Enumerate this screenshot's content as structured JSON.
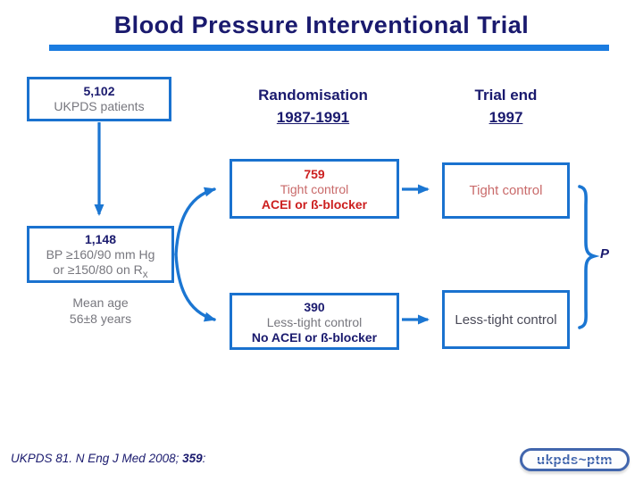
{
  "slide": {
    "title": "Blood Pressure Interventional Trial"
  },
  "headers": {
    "randomisation": {
      "label": "Randomisation",
      "period": "1987-1991"
    },
    "trial_end": {
      "label": "Trial end",
      "period": "1997"
    }
  },
  "boxes": {
    "cohort": {
      "count": "5,102",
      "label": "UKPDS patients"
    },
    "eligible": {
      "count": "1,148",
      "criteria_line1": "BP ≥160/90 mm Hg",
      "criteria_line2": "or ≥150/80 on R",
      "criteria_line2_sub": "x"
    },
    "tight_randomised": {
      "count": "759",
      "label": "Tight control",
      "treatment": "ACEI or ß-blocker"
    },
    "tight_trial_end": {
      "label": "Tight control"
    },
    "less_tight_randomised": {
      "count": "390",
      "label": "Less-tight control",
      "treatment": "No ACEI or ß-blocker"
    },
    "less_tight_trial_end": {
      "label": "Less-tight control"
    }
  },
  "annotations": {
    "mean_age_line1": "Mean age",
    "mean_age_line2": "56±8 years",
    "p_label": "P"
  },
  "footer": {
    "citation_prefix": "UKPDS 81. N Eng J Med 2008; ",
    "citation_volume": "359",
    "citation_suffix": ":"
  },
  "logo": {
    "text": "ukpds~ptm"
  },
  "colors": {
    "navy_text": "#1a1a6e",
    "blue_accent": "#1b76d2",
    "title_bar_blue": "#1b7ce0",
    "red_strong": "#cc1f1f",
    "red_soft": "#c96a6a",
    "gray_text": "#77777e",
    "dark_gray_text": "#4a4a58",
    "logo_blue": "#4266ad"
  }
}
